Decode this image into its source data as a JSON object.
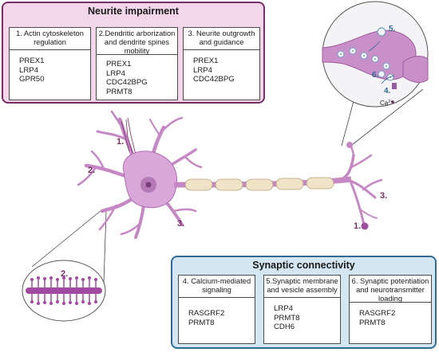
{
  "neurite_panel": {
    "title": "Neurite impairment",
    "boxes": [
      {
        "header": "1. Actin cytoskeleton regulation",
        "genes": [
          "PREX1",
          "LRP4",
          "GPR50"
        ]
      },
      {
        "header": "2.Dendritic arborization and dendrite spines mobility",
        "genes": [
          "PREX1",
          "LRP4",
          "CDC42BPG",
          "PRMT8"
        ]
      },
      {
        "header": "3. Neurite outgrowth and guidance",
        "genes": [
          "PREX1",
          "LRP4",
          "CDC42BPG"
        ]
      }
    ]
  },
  "synaptic_panel": {
    "title": "Synaptic connectivity",
    "boxes": [
      {
        "header": "4. Calcium-mediated signaling",
        "genes": [
          "RASGRF2",
          "PRMT8"
        ]
      },
      {
        "header": "5.Synaptic membrane and vesicle assembly",
        "genes": [
          "LRP4",
          "PRMT8",
          "CDH6"
        ]
      },
      {
        "header": "6. Synaptic potentiation and neurotransmitter loading",
        "genes": [
          "RASGRF2",
          "PRMT8"
        ]
      }
    ]
  },
  "neuron_labels": {
    "one_soma": "1.",
    "two_dendrite": "2.",
    "three_dendrite": "3.",
    "one_terminal": "1.",
    "three_terminal": "3.",
    "two_inset": "2."
  },
  "synapse_inset": {
    "label_4": "4.",
    "label_5": "5.",
    "label_6": "6.",
    "calcium_base": "Ca",
    "calcium_charge": "2+"
  },
  "colors": {
    "neuron_fill": "#d9a8d8",
    "neuron_stroke": "#b46db4",
    "neurite_panel_bg": "#f3d6ea",
    "neurite_panel_border": "#7a2e66",
    "synaptic_panel_bg": "#d3e6f2",
    "synaptic_panel_border": "#2f6c93",
    "myelin": "#f1e3c8",
    "label_accent": "#7a2e66"
  }
}
